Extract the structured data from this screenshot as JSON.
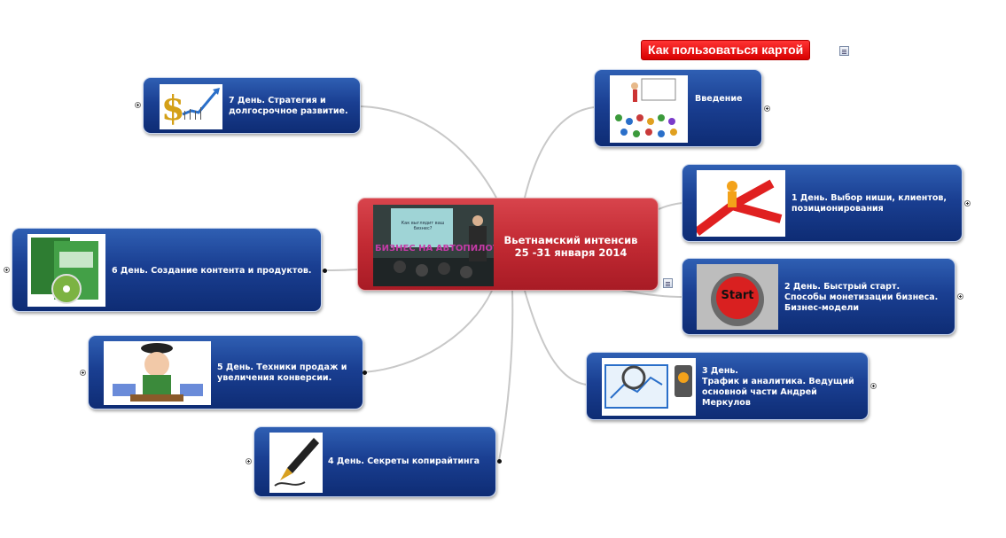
{
  "central": {
    "title_line1": "Вьетнамский  интенсив",
    "title_line2": "25 -31 января 2014",
    "photo_board_text": "Как выглядит ваш бизнес?",
    "photo_caption": "БИЗНЕС НА АВТОПИЛОТ"
  },
  "how_to_use": "Как пользоваться картой",
  "topics": {
    "intro": "Введение",
    "day1": "1 День. Выбор ниши, клиентов,\nпозиционирования",
    "day2": "2 День.  Быстрый старт.\nСпособы монетизации бизнеса.\nБизнес-модели",
    "day3": "3 День.\nТрафик и аналитика. Ведущий\nосновной части  Андрей\nМеркулов",
    "day4": "4 День. Секреты копирайтинга",
    "day5": "5 День. Техники продаж и\nувеличения конверсии.",
    "day6": "6 День. Создание контента и продуктов.",
    "day7": "7 День. Стратегия и\nдолгосрочное развитие."
  },
  "start_button_text": "Start",
  "colors": {
    "node_blue": "#1a3f92",
    "central_red": "#c22a33",
    "howto_red": "#e00000",
    "connector": "#c8c8c8"
  }
}
